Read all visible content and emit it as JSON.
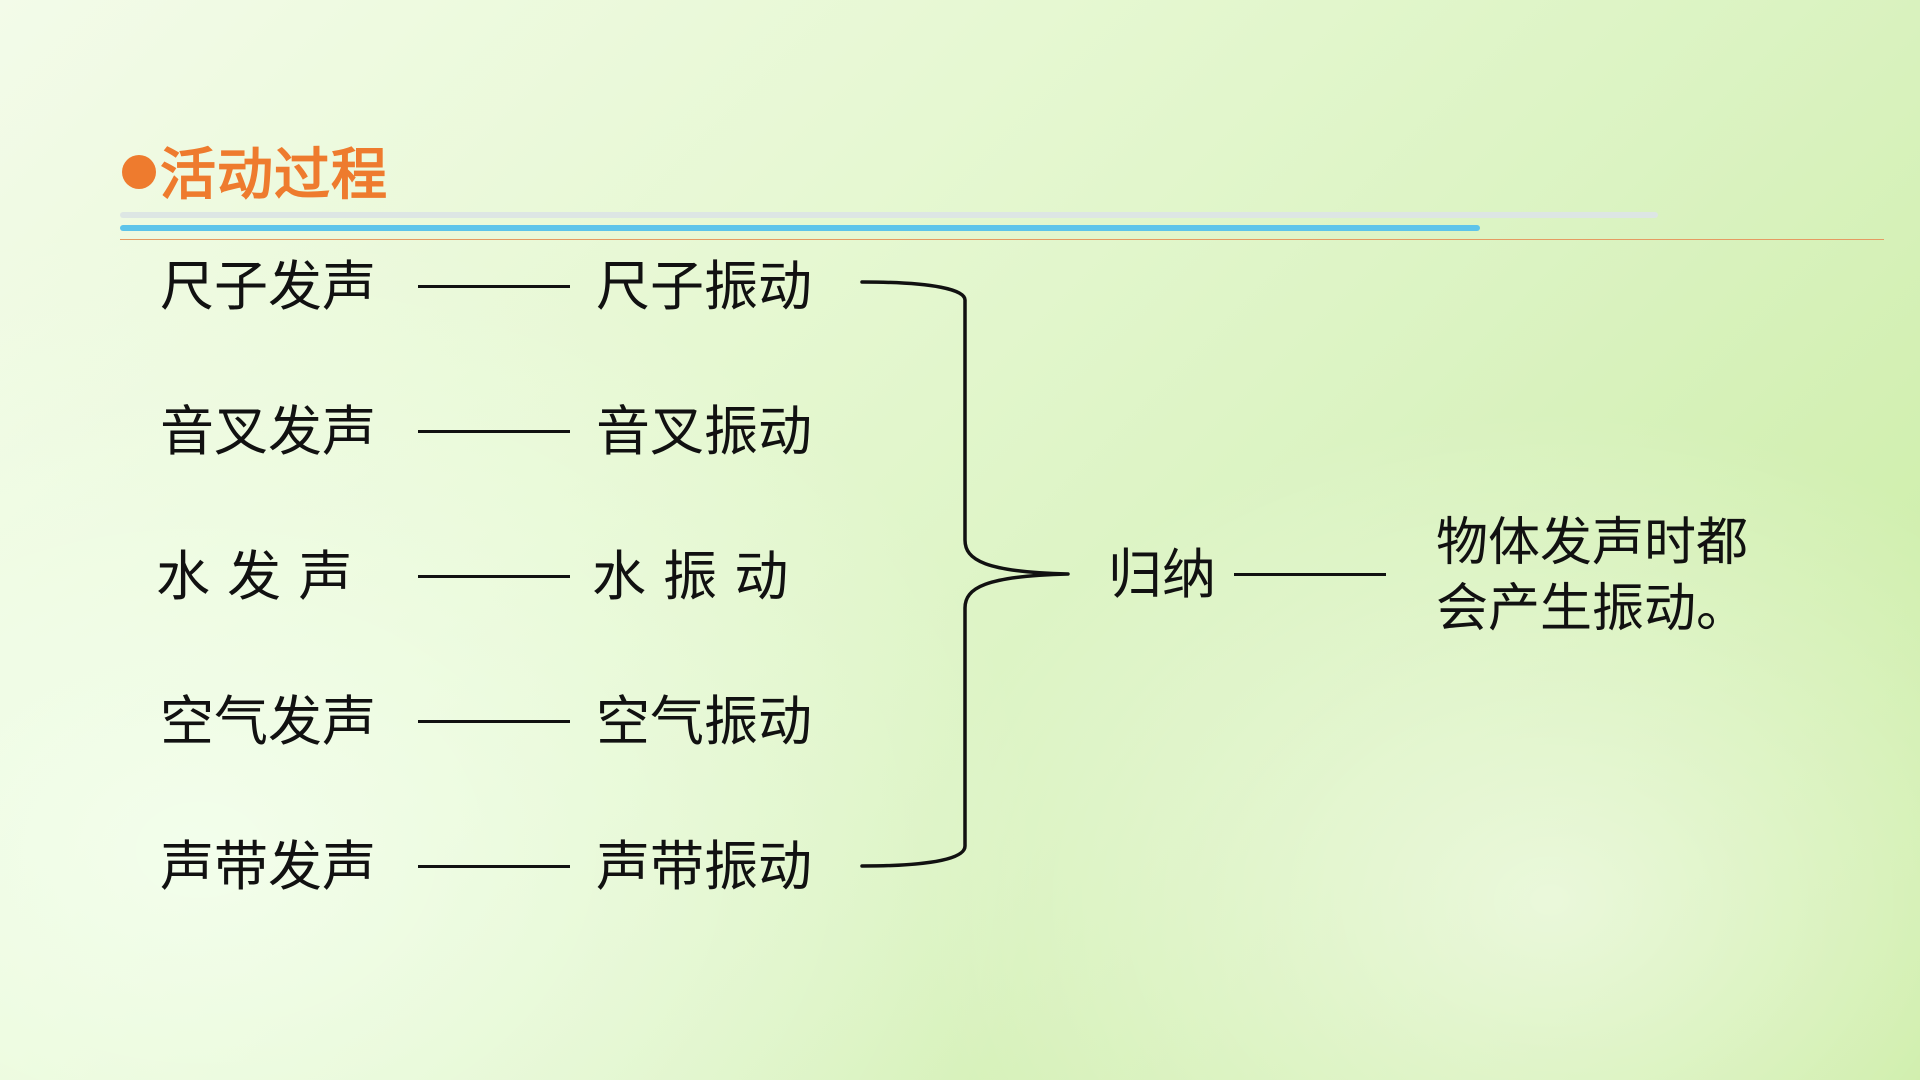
{
  "title": "活动过程",
  "rows": [
    {
      "cause": "尺子发声",
      "effect": "尺子振动",
      "spaced": false
    },
    {
      "cause": "音叉发声",
      "effect": "音叉振动",
      "spaced": false
    },
    {
      "cause": "水 发 声",
      "effect": "水 振 动",
      "spaced": true
    },
    {
      "cause": "空气发声",
      "effect": "空气振动",
      "spaced": false
    },
    {
      "cause": "声带发声",
      "effect": "声带振动",
      "spaced": false
    }
  ],
  "summary": {
    "label": "归纳",
    "conclusion_line1": "物体发声时都",
    "conclusion_line2": "会产生振动。"
  },
  "colors": {
    "title": "#ee7b2e",
    "rule_blue": "#5ec4ea",
    "rule_gray": "#dde6e4",
    "rule_orange": "#e59b62",
    "text": "#111111"
  }
}
